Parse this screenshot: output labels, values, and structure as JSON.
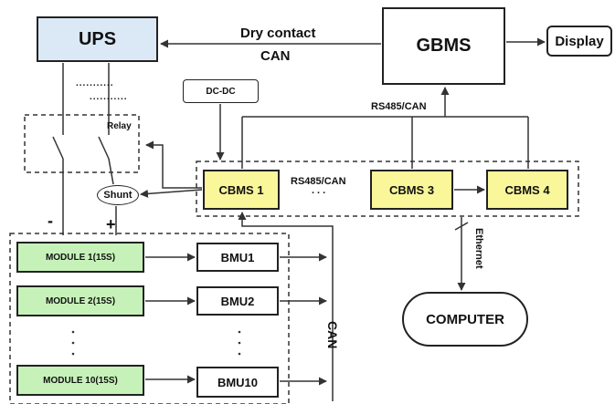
{
  "nodes": {
    "ups": "UPS",
    "gbms": "GBMS",
    "display": "Display",
    "dcdc": "DC-DC",
    "cbms1": "CBMS 1",
    "cbms3": "CBMS 3",
    "cbms4": "CBMS 4",
    "module1": "MODULE 1(15S)",
    "module2": "MODULE 2(15S)",
    "module10": "MODULE 10(15S)",
    "bmu1": "BMU1",
    "bmu2": "BMU2",
    "bmu10": "BMU10",
    "computer": "COMPUTER",
    "shunt": "Shunt"
  },
  "labels": {
    "dry_contact": "Dry contact",
    "can_top": "CAN",
    "rs485_top": "RS485/CAN",
    "rs485_mid": "RS485/CAN",
    "relay": "Relay",
    "minus": "-",
    "plus": "+",
    "can_right": "CAN",
    "ethernet": "Ethernet",
    "mid_dots": "...",
    "dots_1": "...........",
    "dots_2": "..........."
  }
}
